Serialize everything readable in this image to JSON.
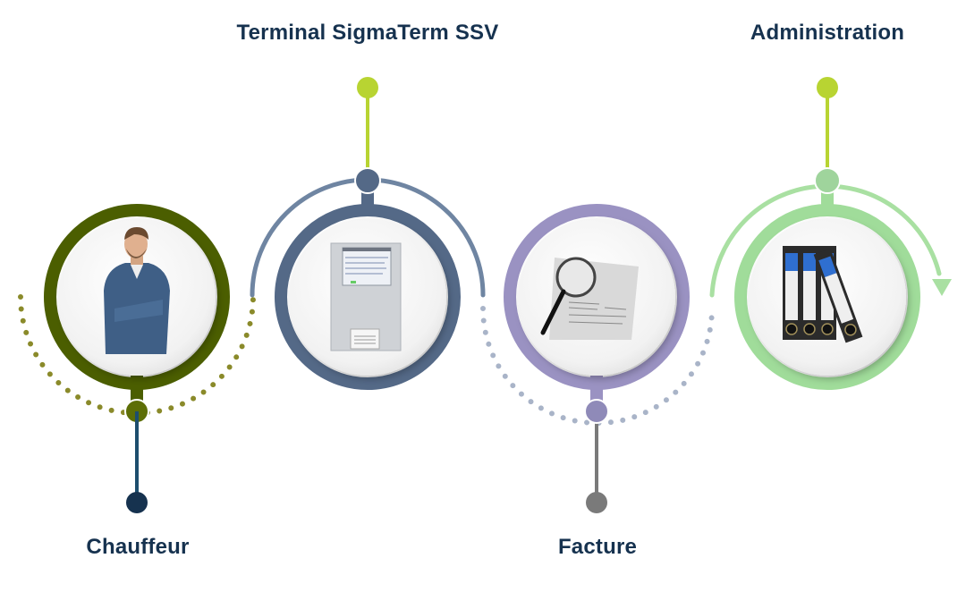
{
  "steps": [
    {
      "label": "Chauffeur",
      "color": "#4b5e00",
      "icon": "driver-photo"
    },
    {
      "label": "Terminal SigmaTerm SSV",
      "color": "#546987",
      "icon": "terminal-photo"
    },
    {
      "label": "Facture",
      "color": "#9a92c2",
      "icon": "invoice-magnifier-photo"
    },
    {
      "label": "Administration",
      "color": "#a0dc9a",
      "icon": "binders-photo"
    }
  ],
  "colors": {
    "title": "#16324f",
    "pin_lime": "#b8d432",
    "pin_navy": "#16324f",
    "pin_gray": "#7a7a7a",
    "arc_olive": "#8a8a2a",
    "arc_slate": "#6f85a2",
    "arc_dots": "#a9b4c8",
    "arc_green": "#a9e0a2"
  }
}
